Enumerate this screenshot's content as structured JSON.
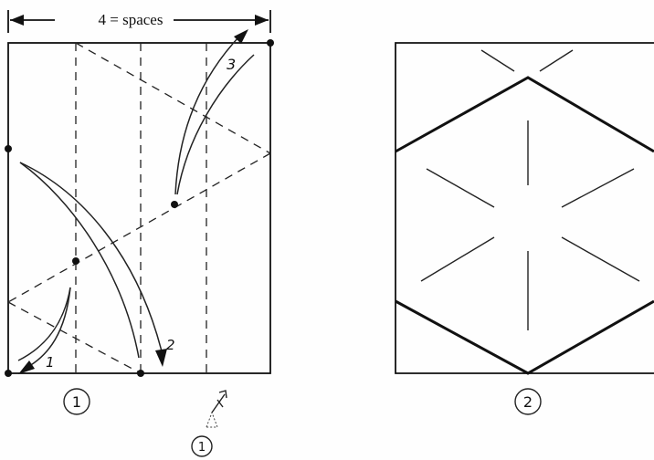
{
  "dimension_label": "4 = spaces",
  "step_labels": {
    "step_1": "1",
    "step_2": "2",
    "flip_hint": "1"
  },
  "arrow_numbers": {
    "arrow_1": "1",
    "arrow_2": "2",
    "arrow_3": "3"
  }
}
